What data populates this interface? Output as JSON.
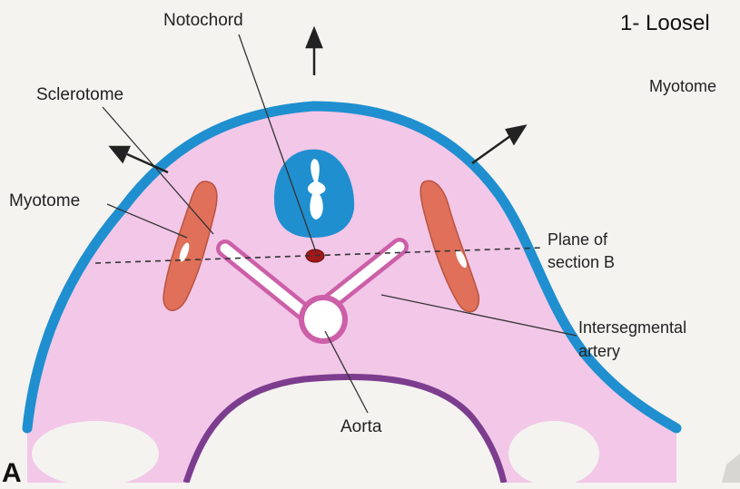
{
  "heading": "1- Loosel",
  "side_label": "Myotome",
  "corner_letter": "A",
  "labels": {
    "notochord": "Notochord",
    "sclerotome": "Sclerotome",
    "myotome": "Myotome",
    "plane_line1": "Plane of",
    "plane_line2": "section B",
    "interseg_line1": "Intersegmental",
    "interseg_line2": "artery",
    "aorta": "Aorta"
  },
  "colors": {
    "background": "#f4f3f0",
    "body_fill": "#f2c7e8",
    "ectoderm": "#1f8fd0",
    "neural_tube": "#1f8fd0",
    "myotome": "#e0705a",
    "notochord": "#a01818",
    "vessel_outline": "#cc5fa8",
    "gut_outline": "#7d3d8f"
  }
}
